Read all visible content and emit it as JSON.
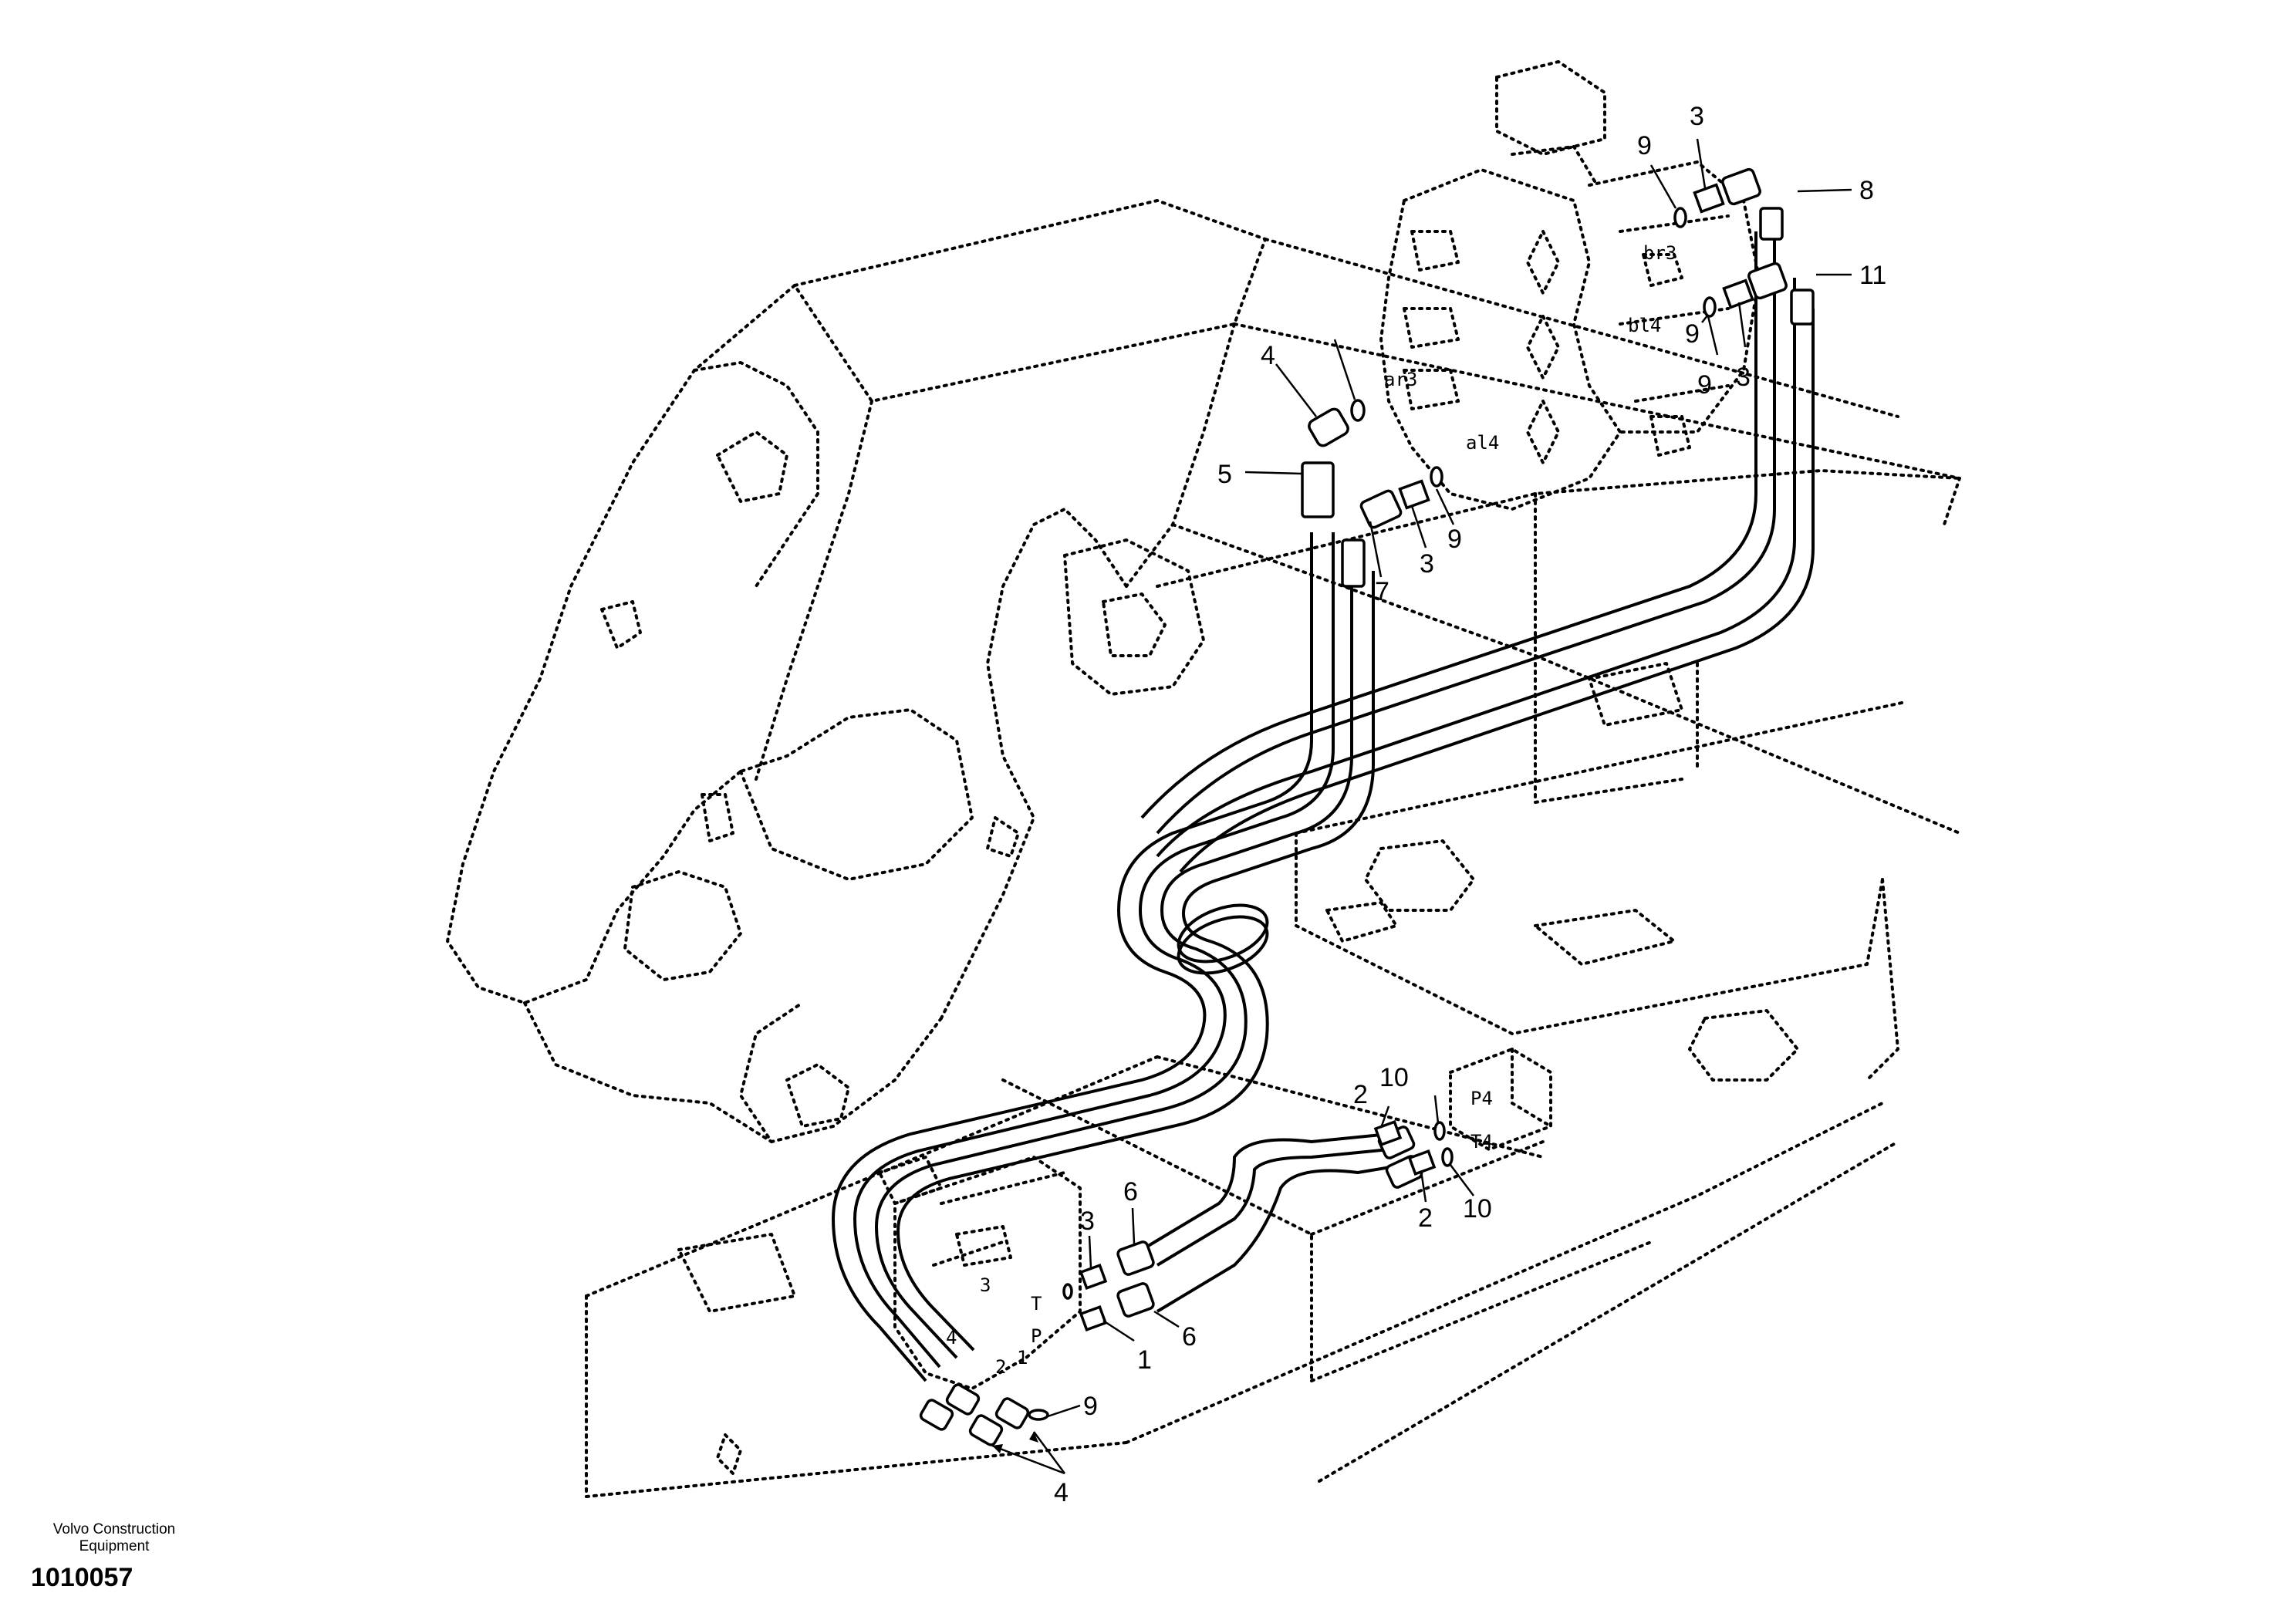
{
  "footer": {
    "brand_line1": "Volvo Construction",
    "brand_line2": "Equipment",
    "drawing_number": "1010057"
  },
  "callouts": [
    {
      "id": "c3-top",
      "text": "3"
    },
    {
      "id": "c9-top",
      "text": "9"
    },
    {
      "id": "c8",
      "text": "8"
    },
    {
      "id": "c11",
      "text": "11"
    },
    {
      "id": "c9-right",
      "text": "9"
    },
    {
      "id": "c3-right",
      "text": "3"
    },
    {
      "id": "c9-mid",
      "text": "9"
    },
    {
      "id": "c4-top",
      "text": "4"
    },
    {
      "id": "c5",
      "text": "5"
    },
    {
      "id": "c9-lower",
      "text": "9"
    },
    {
      "id": "c3-mid",
      "text": "3"
    },
    {
      "id": "c7",
      "text": "7"
    },
    {
      "id": "c10-a",
      "text": "10"
    },
    {
      "id": "c2-a",
      "text": "2"
    },
    {
      "id": "c2-b",
      "text": "2"
    },
    {
      "id": "c10-b",
      "text": "10"
    },
    {
      "id": "c6-a",
      "text": "6"
    },
    {
      "id": "c3-low",
      "text": "3"
    },
    {
      "id": "c6-b",
      "text": "6"
    },
    {
      "id": "c1",
      "text": "1"
    },
    {
      "id": "c9-bottom",
      "text": "9"
    },
    {
      "id": "c4-bottom",
      "text": "4"
    }
  ],
  "port_labels": {
    "br3": "br3",
    "bl4": "bl4",
    "ar3": "ar3",
    "al4": "al4",
    "p4": "P4",
    "t4": "T4",
    "t": "T",
    "p": "P",
    "n3": "3",
    "n4": "4",
    "n2": "2",
    "n1": "1"
  }
}
